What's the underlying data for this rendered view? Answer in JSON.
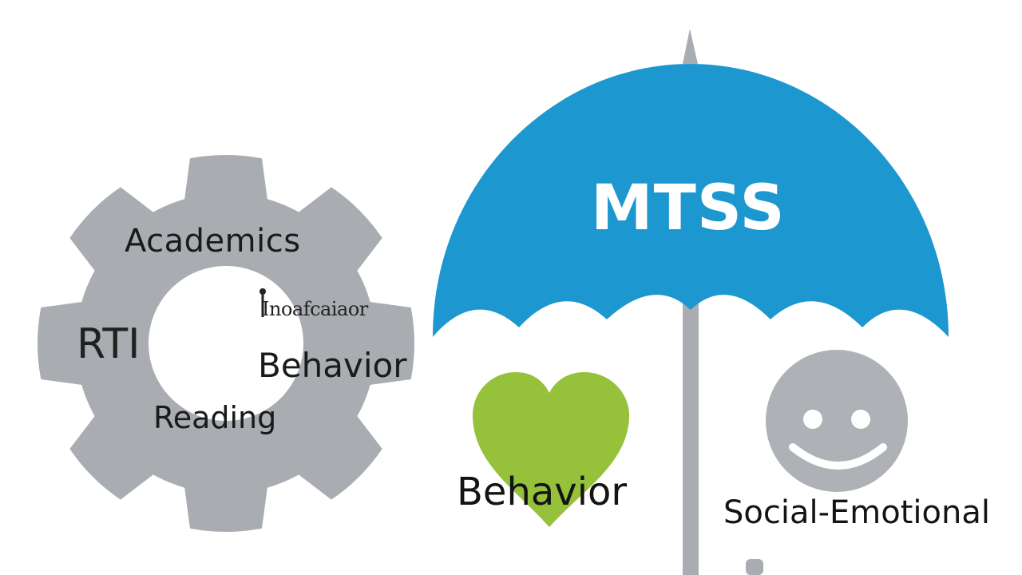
{
  "gear": {
    "academics": "Academics",
    "rti": "RTI",
    "inner_text": "Inoafcaiaor",
    "behavior": "Behavior",
    "reading": "Reading"
  },
  "umbrella": {
    "title": "MTSS",
    "behavior": "Behavior",
    "social_emotional": "Social-Emotional"
  },
  "colors": {
    "gear": "#a9acb0",
    "umbrella_canopy": "#1c97cf",
    "umbrella_pole": "#a9adb2",
    "heart": "#95c13b",
    "smiley": "#aeb1b5",
    "text": "#1a1a1a"
  }
}
